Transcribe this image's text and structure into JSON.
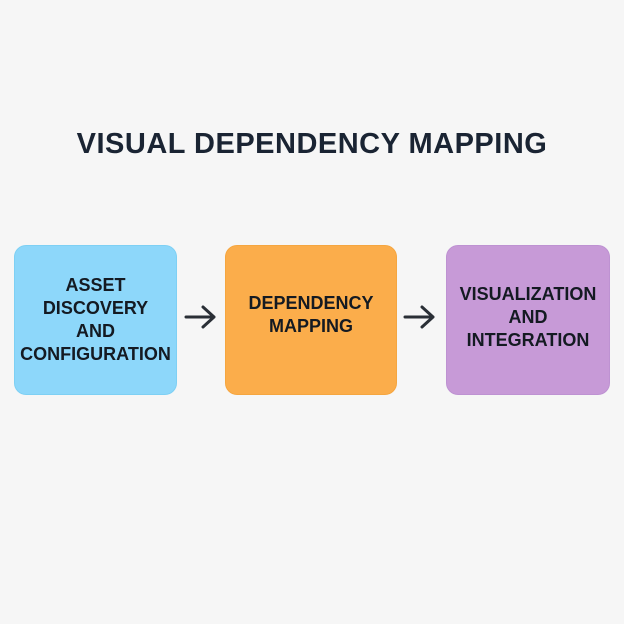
{
  "title": "VISUAL DEPENDENCY MAPPING",
  "steps": [
    {
      "label": "ASSET\nDISCOVERY\nAND\nCONFIGURATION",
      "color": "#8dd7fa"
    },
    {
      "label": "DEPENDENCY\nMAPPING",
      "color": "#fbad4b"
    },
    {
      "label": "VISUALIZATION\nAND\nINTEGRATION",
      "color": "#c79ad7"
    }
  ],
  "arrows": [
    {
      "icon": "arrow-right-icon",
      "from": 0,
      "to": 1
    },
    {
      "icon": "arrow-right-icon",
      "from": 1,
      "to": 2
    }
  ],
  "colors": {
    "background": "#f6f6f6",
    "title_text": "#1a2433",
    "box_text": "#141a22",
    "arrow": "#2a2f36"
  }
}
